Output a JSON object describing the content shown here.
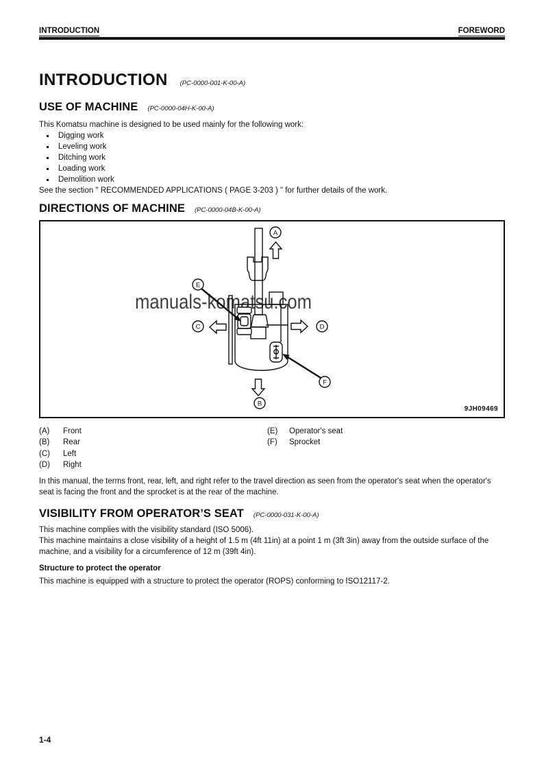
{
  "header": {
    "left_title": "INTRODUCTION",
    "right_title": "FOREWORD"
  },
  "title": {
    "text": "INTRODUCTION",
    "code": "(PC-0000-001-K-00-A)"
  },
  "use_of_machine": {
    "heading": "USE OF MACHINE",
    "code": "(PC-0000-04H-K-00-A)",
    "intro": "This Komatsu machine is designed to be used mainly for the following work:",
    "bullets": [
      "Digging work",
      "Leveling work",
      "Ditching work",
      "Loading work",
      "Demolition work"
    ],
    "see_also": "See the section \" RECOMMENDED APPLICATIONS ( PAGE 3-203 ) \" for further details of the work."
  },
  "directions": {
    "heading": "DIRECTIONS OF MACHINE",
    "code": "(PC-0000-04B-K-00-A)",
    "figure": {
      "watermark": "manuals-komatsu.com",
      "figure_code": "9JH09469",
      "label_a": "A",
      "label_b": "B",
      "label_c": "C",
      "label_d": "D",
      "label_e": "E",
      "label_f": "F"
    },
    "legend_left": [
      {
        "key": "(A)",
        "label": "Front"
      },
      {
        "key": "(B)",
        "label": "Rear"
      },
      {
        "key": "(C)",
        "label": "Left"
      },
      {
        "key": "(D)",
        "label": "Right"
      }
    ],
    "legend_right": [
      {
        "key": "(E)",
        "label": "Operator's seat"
      },
      {
        "key": "(F)",
        "label": "Sprocket"
      }
    ],
    "note": "In this manual, the terms front, rear, left, and right refer to the travel direction as seen from the operator's seat when the operator's seat is facing the front and the sprocket is at the rear of the machine."
  },
  "visibility": {
    "heading": "VISIBILITY FROM OPERATOR’S SEAT",
    "code": "(PC-0000-031-K-00-A)",
    "para1": "This machine complies with the visibility standard (ISO 5006).",
    "para2": "This machine maintains a close visibility of a height of 1.5 m (4ft 11in) at a point 1 m (3ft 3in) away from the outside surface of the machine, and a visibility for a circumference of 12 m (39ft 4in).",
    "subheading": "Structure to protect the operator",
    "para3": "This machine is equipped with a structure to protect the operator (ROPS) conforming to ISO12117-2."
  },
  "footer": {
    "page_number": "1-4"
  },
  "colors": {
    "ink": "#111111",
    "watermark": "#3f3f3f"
  }
}
